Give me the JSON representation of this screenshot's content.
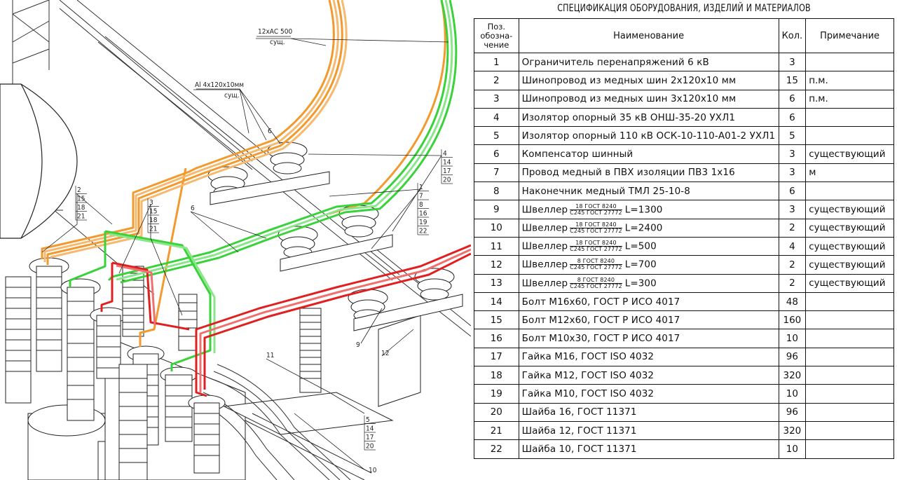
{
  "drawing": {
    "callouts": {
      "ac500_line1": "12хАС 500",
      "ac500_line2": "сущ.",
      "al_line1": "Al 4х120х10мм",
      "al_line2": "сущ.",
      "group_left": [
        "2",
        "15",
        "18",
        "21"
      ],
      "group_three": [
        "3",
        "15",
        "18",
        "21"
      ],
      "group_right_top": [
        "4",
        "14",
        "17",
        "20"
      ],
      "group_one": [
        "1",
        "7",
        "8",
        "16",
        "19",
        "22"
      ],
      "group_five": [
        "5",
        "14",
        "17",
        "20"
      ],
      "label_6a": "6",
      "label_6b": "6",
      "label_9": "9",
      "label_11": "11",
      "label_12": "12",
      "label_10": "10"
    },
    "colors": {
      "phase_a": "#f29a2e",
      "phase_b": "#3ad23a",
      "phase_c": "#e02020",
      "line": "#222222"
    }
  },
  "spec": {
    "title": "СПЕЦИФИКАЦИЯ ОБОРУДОВАНИЯ, ИЗДЕЛИЙ И МАТЕРИАЛОВ",
    "headers": {
      "pos_line1": "Поз.",
      "pos_line2": "обозна-",
      "pos_line3": "чение",
      "name": "Наименование",
      "qty": "Кол.",
      "note": "Примечание"
    },
    "rows": [
      {
        "pos": "1",
        "name": "Ограничитель перенапряжений 6 кВ",
        "qty": "3",
        "note": ""
      },
      {
        "pos": "2",
        "name": "Шинопровод из медных шин 2х120х10 мм",
        "qty": "15",
        "note": "п.м."
      },
      {
        "pos": "3",
        "name": "Шинопровод из медных шин 3х120х10 мм",
        "qty": "6",
        "note": "п.м."
      },
      {
        "pos": "4",
        "name": "Изолятор опорный 35 кВ ОНШ-35-20 УХЛ1",
        "qty": "6",
        "note": ""
      },
      {
        "pos": "5",
        "name": "Изолятор опорный 110 кВ ОСК-10-110-А01-2 УХЛ1",
        "qty": "5",
        "note": ""
      },
      {
        "pos": "6",
        "name": "Компенсатор шинный",
        "qty": "3",
        "note": "существующий"
      },
      {
        "pos": "7",
        "name": "Провод медный в ПВХ изоляции ПВ3 1х16",
        "qty": "3",
        "note": "м"
      },
      {
        "pos": "8",
        "name": "Наконечник медный ТМЛ 25-10-8",
        "qty": "6",
        "note": ""
      },
      {
        "pos": "9",
        "name": "Швеллер",
        "frac_top": "18 ГОСТ 8240",
        "frac_bottom": "С245 ГОСТ 27772",
        "length": "L=1300",
        "qty": "3",
        "note": "существующий"
      },
      {
        "pos": "10",
        "name": "Швеллер",
        "frac_top": "18 ГОСТ 8240",
        "frac_bottom": "С245 ГОСТ 27772",
        "length": "L=2400",
        "qty": "2",
        "note": "существующий"
      },
      {
        "pos": "11",
        "name": "Швеллер",
        "frac_top": "18 ГОСТ 8240",
        "frac_bottom": "С245 ГОСТ 27772",
        "length": "L=500",
        "qty": "4",
        "note": "существующий"
      },
      {
        "pos": "12",
        "name": "Швеллер",
        "frac_top": "8 ГОСТ 8240",
        "frac_bottom": "С245 ГОСТ 27772",
        "length": "L=700",
        "qty": "2",
        "note": "существующий"
      },
      {
        "pos": "13",
        "name": "Швеллер",
        "frac_top": "8 ГОСТ 8240",
        "frac_bottom": "С245 ГОСТ 27772",
        "length": "L=300",
        "qty": "2",
        "note": "существующий"
      },
      {
        "pos": "14",
        "name": "Болт М16х60, ГОСТ Р ИСО 4017",
        "qty": "48",
        "note": ""
      },
      {
        "pos": "15",
        "name": "Болт М12х60, ГОСТ Р ИСО 4017",
        "qty": "160",
        "note": ""
      },
      {
        "pos": "16",
        "name": "Болт М10х30, ГОСТ Р ИСО 4017",
        "qty": "10",
        "note": ""
      },
      {
        "pos": "17",
        "name": "Гайка М16, ГОСТ ISO 4032",
        "qty": "96",
        "note": ""
      },
      {
        "pos": "18",
        "name": "Гайка М12, ГОСТ ISO 4032",
        "qty": "320",
        "note": ""
      },
      {
        "pos": "19",
        "name": "Гайка М10, ГОСТ ISO 4032",
        "qty": "10",
        "note": ""
      },
      {
        "pos": "20",
        "name": "Шайба 16, ГОСТ 11371",
        "qty": "96",
        "note": ""
      },
      {
        "pos": "21",
        "name": "Шайба 12, ГОСТ 11371",
        "qty": "320",
        "note": ""
      },
      {
        "pos": "22",
        "name": "Шайба 10, ГОСТ 11371",
        "qty": "10",
        "note": ""
      }
    ]
  }
}
